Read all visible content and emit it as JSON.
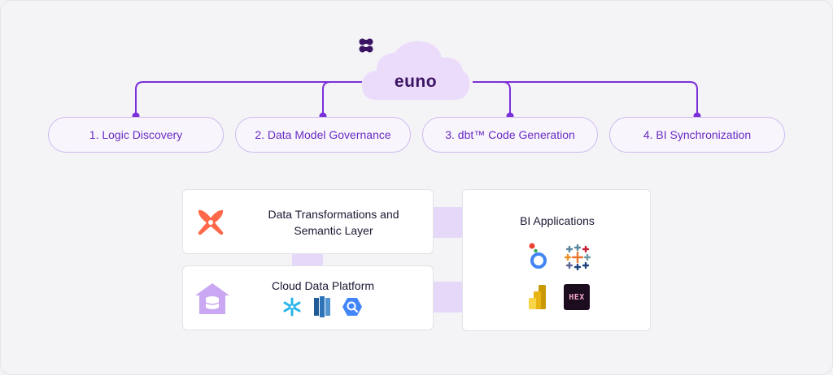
{
  "brand": {
    "name": "euno",
    "logo_icon": "euno-logo-icon"
  },
  "steps": [
    {
      "label": "1. Logic Discovery"
    },
    {
      "label": "2. Data Model Governance"
    },
    {
      "label": "3. dbt™ Code Generation"
    },
    {
      "label": "4. BI Synchronization"
    }
  ],
  "layers": {
    "transformations": {
      "title_line1": "Data Transformations and",
      "title_line2": "Semantic Layer",
      "icon": "dbt-icon"
    },
    "platform": {
      "title": "Cloud Data Platform",
      "icon": "data-warehouse-icon",
      "logos": [
        "snowflake-icon",
        "redshift-icon",
        "bigquery-icon"
      ]
    },
    "bi": {
      "title": "BI Applications",
      "logos": [
        "looker-icon",
        "tableau-icon",
        "power-bi-icon",
        "hex-icon"
      ],
      "hex_label": "HEX"
    }
  },
  "colors": {
    "accent": "#7b2fd9",
    "cloud": "#ecdcfb",
    "pill_border": "#cfb9ef",
    "bridge": "#e6d8f8",
    "dbt": "#ff694a",
    "hex_bg": "#1b0c1e",
    "hex_text": "#f4a7c7"
  }
}
